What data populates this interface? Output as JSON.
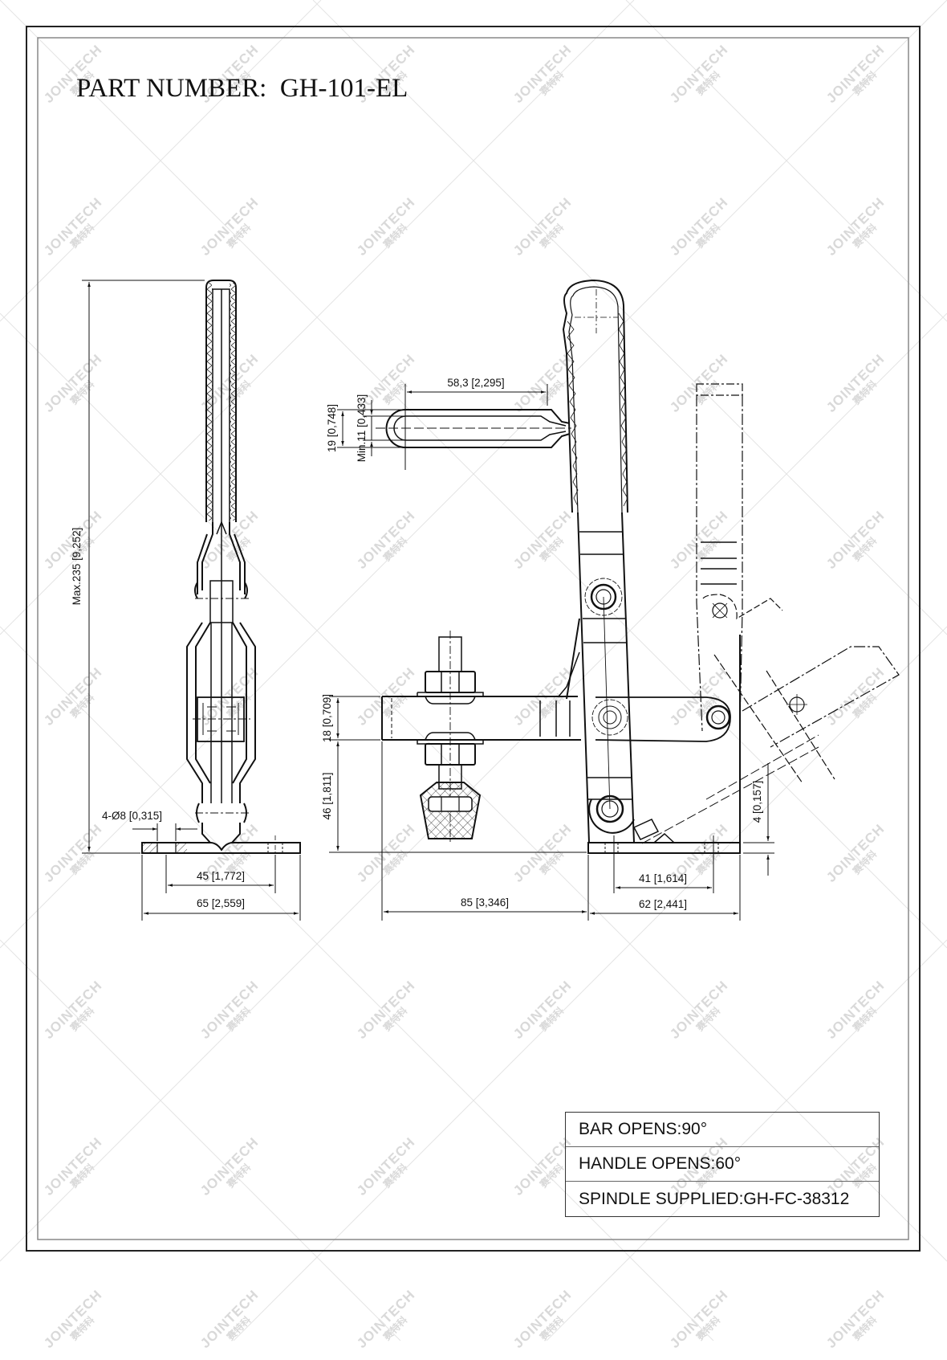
{
  "title": {
    "label": "PART NUMBER:",
    "part_number": "GH-101-EL",
    "full": "PART NUMBER:  GH-101-EL"
  },
  "watermark": {
    "text": "JOINTECH",
    "subtext": "赛特科",
    "color": "#d9d9d9"
  },
  "left_view": {
    "dimensions": {
      "height": "Max.235 [9,252]",
      "hole": "4-Ø8 [0,315]",
      "hole_spacing": "45 [1,772]",
      "base_width": "65 [2,559]"
    }
  },
  "right_view": {
    "dimensions": {
      "handle_length": "58,3 [2,295]",
      "slot_height": "19 [0,748]",
      "slot_width": "Min.11 [0,433]",
      "bar_thickness": "18 [0,709]",
      "bar_height": "46 [1,811]",
      "bar_reach": "85 [3,346]",
      "base_thickness": "4 [0,157]",
      "base_hole_spacing": "41 [1,614]",
      "base_length": "62 [2,441]"
    }
  },
  "spec_table": {
    "rows": [
      "BAR OPENS:90°",
      "HANDLE OPENS:60°",
      "SPINDLE SUPPLIED:GH-FC-38312"
    ]
  },
  "colors": {
    "line": "#111111",
    "frame_outer": "#222222",
    "frame_inner": "#888888",
    "background": "#ffffff"
  }
}
